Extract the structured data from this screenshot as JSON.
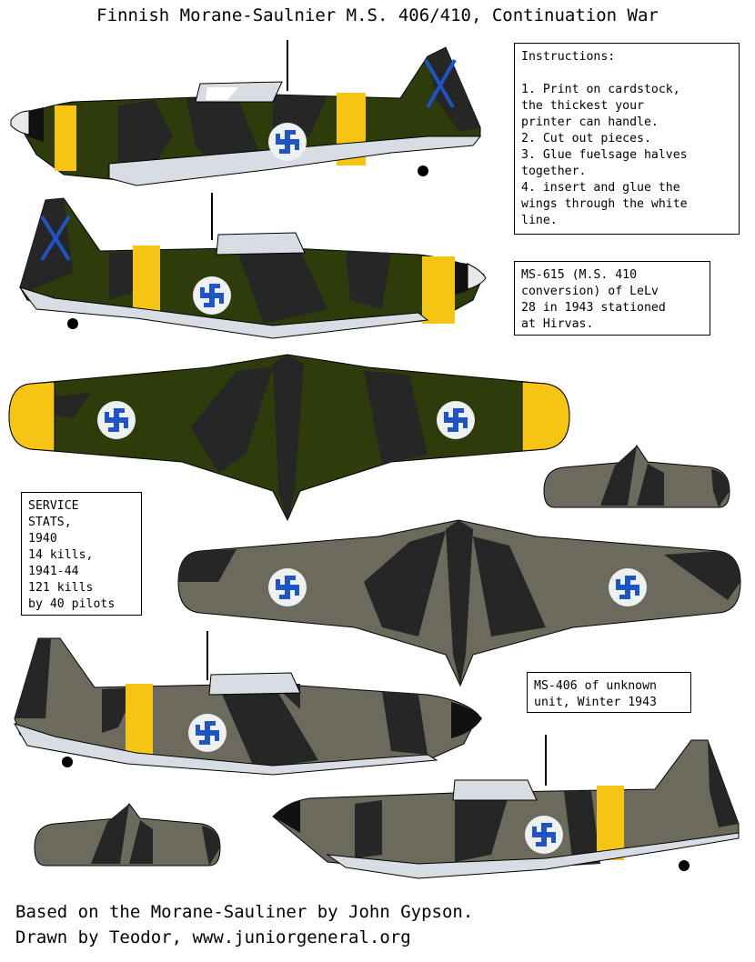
{
  "title": "Finnish Morane-Saulnier M.S. 406/410, Continuation War",
  "instructions": [
    "Instructions:",
    "",
    "1. Print on cardstock,",
    "the thickest your",
    "printer can handle.",
    "2. Cut out pieces.",
    "3. Glue fuelsage halves",
    "together.",
    "4. insert and glue the",
    "wings through the white",
    "line."
  ],
  "note_615": [
    "MS-615 (M.S. 410",
    "conversion) of LeLv",
    "28 in 1943 stationed",
    "at Hirvas."
  ],
  "stats": [
    "SERVICE",
    "STATS,",
    "1940",
    "14 kills,",
    "1941-44",
    "121 kills",
    "by 40 pilots"
  ],
  "note_406": [
    "MS-406 of unknown",
    "unit, Winter 1943"
  ],
  "footer": {
    "line1": "Based on the Morane-Sauliner by John Gypson.",
    "line2": "Drawn by Teodor, www.juniorgeneral.org"
  },
  "colors": {
    "olive_green": "#2e3b0b",
    "black_green": "#262626",
    "yellow": "#f6c513",
    "light_blue": "#d8dde4",
    "gray_brown": "#6b6a5c",
    "roundel_blue": "#1e54c4",
    "roundel_white": "#eef0f2"
  },
  "icons": {
    "roundel": "finnish-hakaristi-roundel",
    "rudder_marking": "blue-x-cross"
  }
}
